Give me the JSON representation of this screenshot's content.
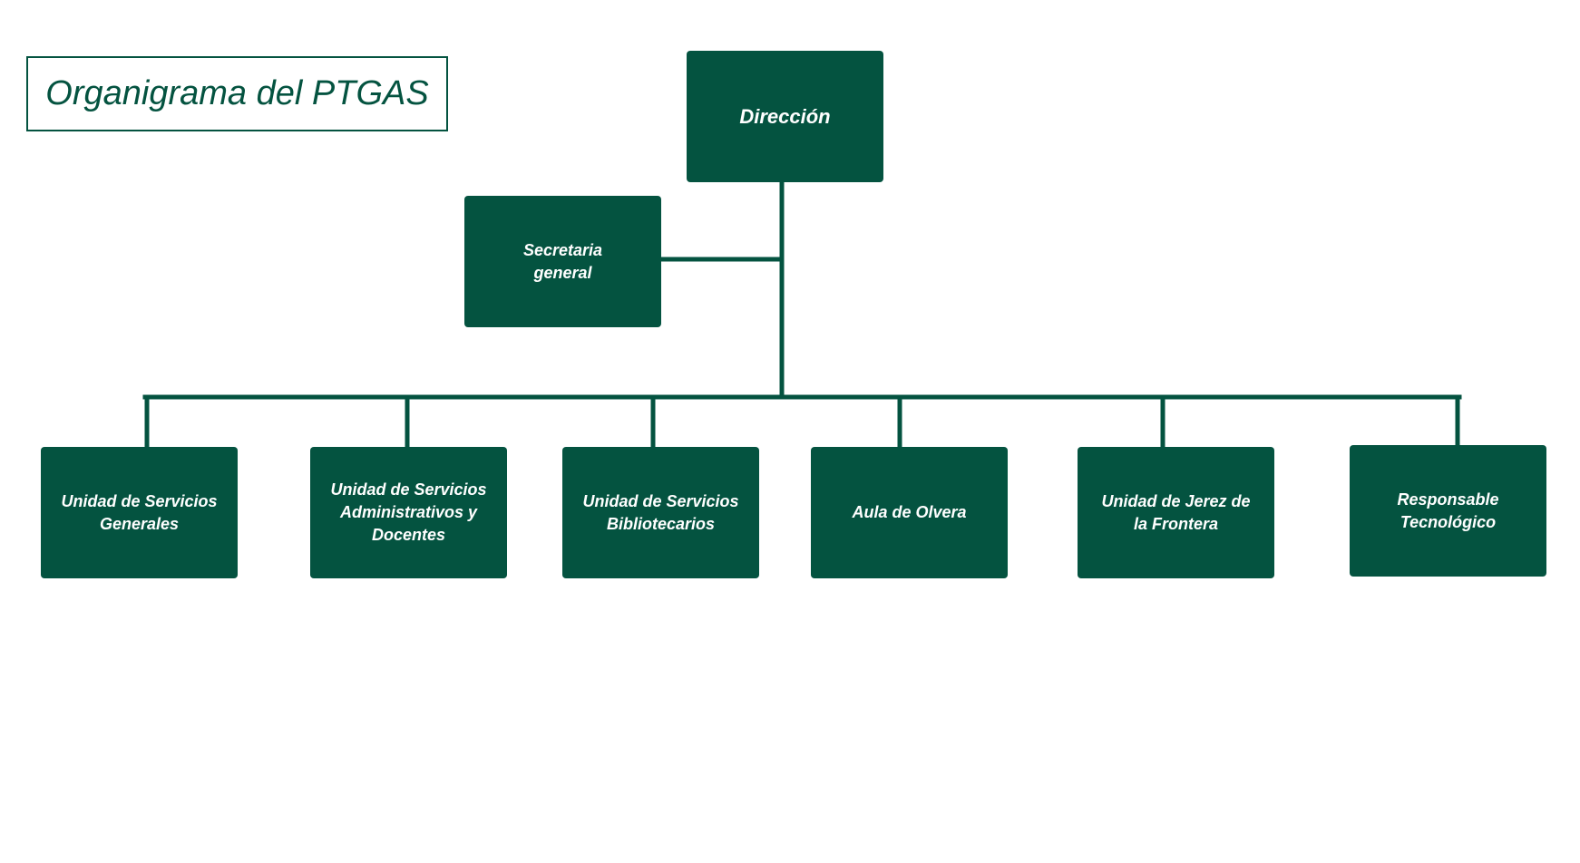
{
  "title": "Organigrama del PTGAS",
  "colors": {
    "primary": "#045340",
    "text_on_primary": "#ffffff",
    "background": "#ffffff"
  },
  "nodes": {
    "direccion": "Dirección",
    "secretaria": "Secretaria\ngeneral",
    "units": [
      "Unidad de Servicios\nGenerales",
      "Unidad de Servicios\nAdministrativos y\nDocentes",
      "Unidad de Servicios\nBibliotecarios",
      "Aula de Olvera",
      "Unidad de Jerez de\nla Frontera",
      "Responsable\nTecnológico"
    ]
  }
}
